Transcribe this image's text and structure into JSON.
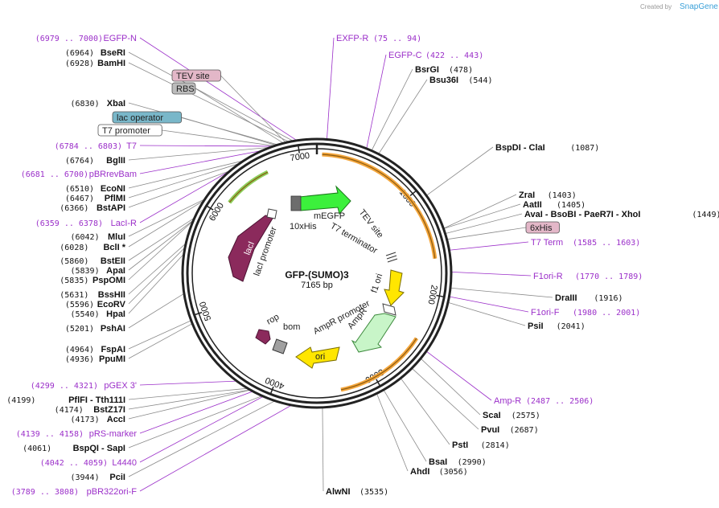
{
  "credit": {
    "text": "Created by",
    "brand": "SnapGene"
  },
  "plasmid": {
    "name": "GFP-(SUMO)3",
    "length": "7165 bp"
  },
  "ticks": [
    "1000",
    "2000",
    "3000",
    "4000",
    "5000",
    "6000",
    "7000"
  ],
  "inner_features": {
    "megfp": "mEGFP",
    "his": "10xHis",
    "t7term": "T7 terminator",
    "tev": "TEV site",
    "f1ori": "f1 ori",
    "ampr_prom": "AmpR promoter",
    "ampr": "AmpR",
    "ori": "ori",
    "bom": "bom",
    "rop": "rop",
    "laci": "lacI",
    "laci_prom": "lacI promoter"
  },
  "left_labels": [
    {
      "pos": "(6979 .. 7000)",
      "name": "EGFP-N",
      "kind": "primer"
    },
    {
      "pos": "(6964)",
      "name": "BseRI",
      "kind": "site"
    },
    {
      "pos": "(6928)",
      "name": "BamHI",
      "kind": "site"
    },
    {
      "name": "TEV site",
      "kind": "box-tev"
    },
    {
      "name": "RBS",
      "kind": "box-rbs"
    },
    {
      "pos": "(6830)",
      "name": "XbaI",
      "kind": "site"
    },
    {
      "name": "lac operator",
      "kind": "box-lac"
    },
    {
      "name": "T7 promoter",
      "kind": "box-t7"
    },
    {
      "pos": "(6784 .. 6803)",
      "name": "T7",
      "kind": "primer"
    },
    {
      "pos": "(6764)",
      "name": "BglII",
      "kind": "site"
    },
    {
      "pos": "(6681 .. 6700)",
      "name": "pBRrevBam",
      "kind": "primer"
    },
    {
      "pos": "(6510)",
      "name": "EcoNI",
      "kind": "site"
    },
    {
      "pos": "(6467)",
      "name": "PflMI",
      "kind": "site"
    },
    {
      "pos": "(6366)",
      "name": "BstAPI",
      "kind": "site"
    },
    {
      "pos": "(6359 .. 6378)",
      "name": "LacI-R",
      "kind": "primer"
    },
    {
      "pos": "(6042)",
      "name": "MluI",
      "kind": "site"
    },
    {
      "pos": "(6028)",
      "name": "BclI *",
      "kind": "site"
    },
    {
      "pos": "(5860)",
      "name": "BstEII",
      "kind": "site"
    },
    {
      "pos": "(5839)",
      "name": "ApaI",
      "kind": "site"
    },
    {
      "pos": "(5835)",
      "name": "PspOMI",
      "kind": "site"
    },
    {
      "pos": "(5631)",
      "name": "BssHII",
      "kind": "site"
    },
    {
      "pos": "(5596)",
      "name": "EcoRV",
      "kind": "site"
    },
    {
      "pos": "(5540)",
      "name": "HpaI",
      "kind": "site"
    },
    {
      "pos": "(5201)",
      "name": "PshAI",
      "kind": "site"
    },
    {
      "pos": "(4964)",
      "name": "FspAI",
      "kind": "site"
    },
    {
      "pos": "(4936)",
      "name": "PpuMI",
      "kind": "site"
    },
    {
      "pos": "(4299 .. 4321)",
      "name": "pGEX 3'",
      "kind": "primer"
    },
    {
      "pos": "(4199)",
      "name": "PflFI  - Tth111I",
      "kind": "site"
    },
    {
      "pos": "(4174)",
      "name": "BstZ17I",
      "kind": "site"
    },
    {
      "pos": "(4173)",
      "name": "AccI",
      "kind": "site"
    },
    {
      "pos": "(4139 .. 4158)",
      "name": "pRS-marker",
      "kind": "primer"
    },
    {
      "pos": "(4061)",
      "name": "BspQI  - SapI",
      "kind": "site"
    },
    {
      "pos": "(4042 .. 4059)",
      "name": "L4440",
      "kind": "primer"
    },
    {
      "pos": "(3944)",
      "name": "PciI",
      "kind": "site"
    },
    {
      "pos": "(3789 .. 3808)",
      "name": "pBR322ori-F",
      "kind": "primer"
    }
  ],
  "right_labels": [
    {
      "name": "EXFP-R",
      "pos": "(75 .. 94)",
      "kind": "primer"
    },
    {
      "name": "EGFP-C",
      "pos": "(422 .. 443)",
      "kind": "primer"
    },
    {
      "name": "BsrGI",
      "pos": "(478)",
      "kind": "site"
    },
    {
      "name": "Bsu36I",
      "pos": "(544)",
      "kind": "site"
    },
    {
      "name": "BspDI  - ClaI",
      "pos": "(1087)",
      "kind": "site"
    },
    {
      "name": "ZraI",
      "pos": "(1403)",
      "kind": "site"
    },
    {
      "name": "AatII",
      "pos": "(1405)",
      "kind": "site"
    },
    {
      "name": "AvaI  - BsoBI  - PaeR7I  - XhoI",
      "pos": "(1449)",
      "kind": "site"
    },
    {
      "name": "6xHis",
      "kind": "box-his"
    },
    {
      "name": "T7 Term",
      "pos": "(1585 .. 1603)",
      "kind": "primer"
    },
    {
      "name": "F1ori-R",
      "pos": "(1770 .. 1789)",
      "kind": "primer"
    },
    {
      "name": "DraIII",
      "pos": "(1916)",
      "kind": "site"
    },
    {
      "name": "F1ori-F",
      "pos": "(1980 .. 2001)",
      "kind": "primer"
    },
    {
      "name": "PsiI",
      "pos": "(2041)",
      "kind": "site"
    },
    {
      "name": "Amp-R",
      "pos": "(2487 .. 2506)",
      "kind": "primer"
    },
    {
      "name": "ScaI",
      "pos": "(2575)",
      "kind": "site"
    },
    {
      "name": "PvuI",
      "pos": "(2687)",
      "kind": "site"
    },
    {
      "name": "PstI",
      "pos": "(2814)",
      "kind": "site"
    },
    {
      "name": "BsaI",
      "pos": "(2990)",
      "kind": "site"
    },
    {
      "name": "AhdI",
      "pos": "(3056)",
      "kind": "site"
    },
    {
      "name": "AlwNI",
      "pos": "(3535)",
      "kind": "site"
    }
  ],
  "colors": {
    "primer": "#9b2fc9",
    "orf_orange": "#f4a63c",
    "megfp": "#3cf03c",
    "f1ori": "#ffe600",
    "ampr": "#c8f5c8",
    "laci": "#8b2a5c",
    "box_tev": "#e3b7c8",
    "box_rbs": "#bcbcbc",
    "box_lac": "#79b7c9"
  }
}
